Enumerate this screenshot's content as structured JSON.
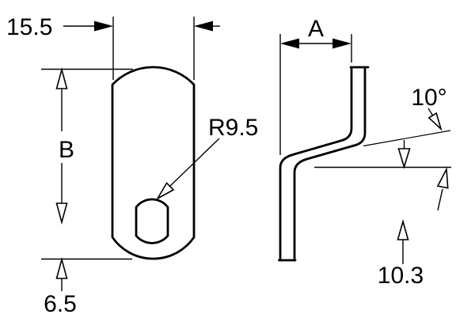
{
  "drawing": {
    "type": "engineering-dimension-drawing",
    "part": "offset cam with double-D hole, two orthographic views",
    "colors": {
      "background": "#ffffff",
      "line": "#000000"
    }
  },
  "front_view": {
    "name": "cam front view",
    "labels": {
      "width": "15.5",
      "height": "B",
      "bottom_offset": "6.5",
      "radius": "R9.5"
    }
  },
  "side_view": {
    "name": "cam side profile",
    "labels": {
      "width": "A",
      "angle": "10°",
      "drop": "10.3"
    }
  }
}
